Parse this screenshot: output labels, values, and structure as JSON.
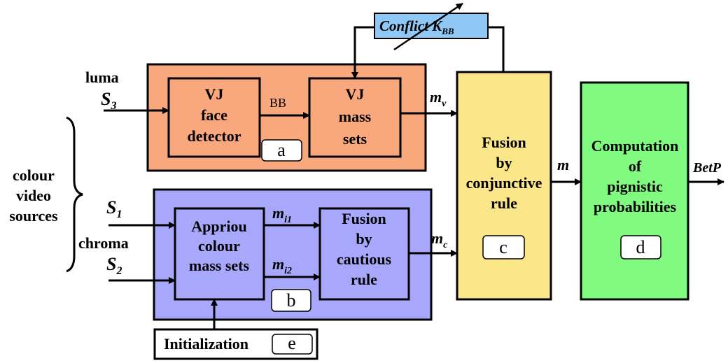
{
  "colors": {
    "outer_a": "#f9a77d",
    "outer_b": "#a7a7fc",
    "fusion_conj": "#fbe68a",
    "computation": "#81fa80",
    "conflict": "#8fc8f4",
    "white": "#ffffff"
  },
  "inputs": {
    "luma": "luma",
    "s3_base": "S",
    "s3_sub": "3",
    "s1_base": "S",
    "s1_sub": "1",
    "s2_base": "S",
    "s2_sub": "2",
    "chroma": "chroma",
    "colour_line1": "colour",
    "colour_line2": "video",
    "colour_line3": "sources"
  },
  "blocks": {
    "vj_face": [
      "VJ",
      "face",
      "detector"
    ],
    "vj_mass": [
      "VJ",
      "mass",
      "sets"
    ],
    "appriou": [
      "Appriou",
      "colour",
      "mass sets"
    ],
    "cautious": [
      "Fusion",
      "by",
      "cautious",
      "rule"
    ],
    "conjunctive": [
      "Fusion",
      "by",
      "conjunctive",
      "rule"
    ],
    "computation": [
      "Computation",
      "of",
      "pignistic",
      "probabilities"
    ],
    "initialization": "Initialization"
  },
  "tags": {
    "a": "a",
    "b": "b",
    "c": "c",
    "d": "d",
    "e": "e"
  },
  "conflict": {
    "label": "Conflict K",
    "sub": "BB"
  },
  "signals": {
    "bb": "BB",
    "mv_base": "m",
    "mv_sub": "v",
    "mi1_base": "m",
    "mi1_sub": "i1",
    "mi2_base": "m",
    "mi2_sub": "i2",
    "mc_base": "m",
    "mc_sub": "c",
    "m": "m",
    "betp": "BetP"
  }
}
